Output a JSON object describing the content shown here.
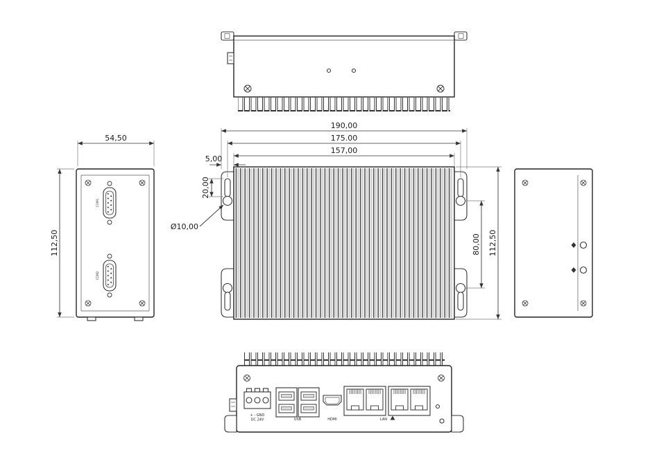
{
  "drawing": {
    "dims": {
      "overall_width": "190,00",
      "mount_width": "175.00",
      "body_width": "157,00",
      "ear_offset": "5,00",
      "slot_length": "20,00",
      "hole_diameter": "Ø10,00",
      "depth": "54,50",
      "height_left": "112,50",
      "mount_height": "80,00",
      "height_right": "112,50"
    },
    "labels": {
      "com1": "COM1",
      "com2": "COM2",
      "power_pins": "+ - GND",
      "power": "DC 24V",
      "usb": "USB",
      "hdmi": "HDMI",
      "lan": "LAN"
    }
  }
}
